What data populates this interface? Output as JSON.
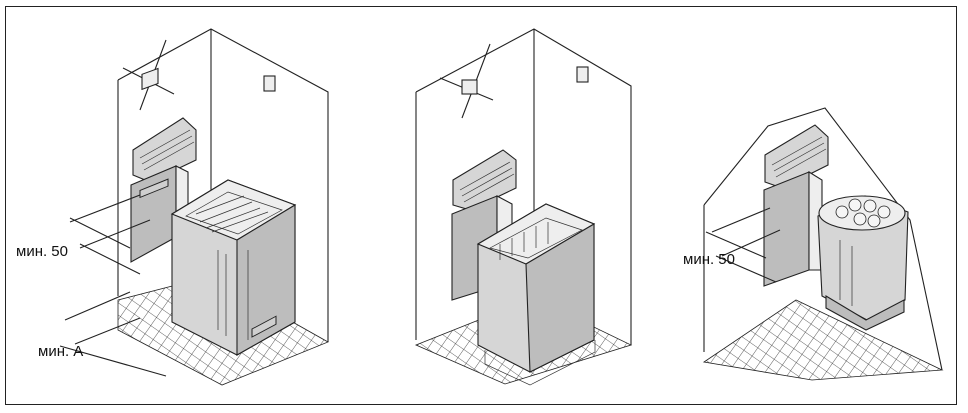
{
  "panels": [
    {
      "labels": [
        {
          "text": "мин. 50"
        },
        {
          "text": "мин. А"
        }
      ]
    },
    {
      "labels": []
    },
    {
      "labels": [
        {
          "text": "мин. 50"
        }
      ]
    }
  ],
  "colors": {
    "line": "#222222",
    "heater_body": "#d6d6d6",
    "floor_grid": "#333333"
  }
}
